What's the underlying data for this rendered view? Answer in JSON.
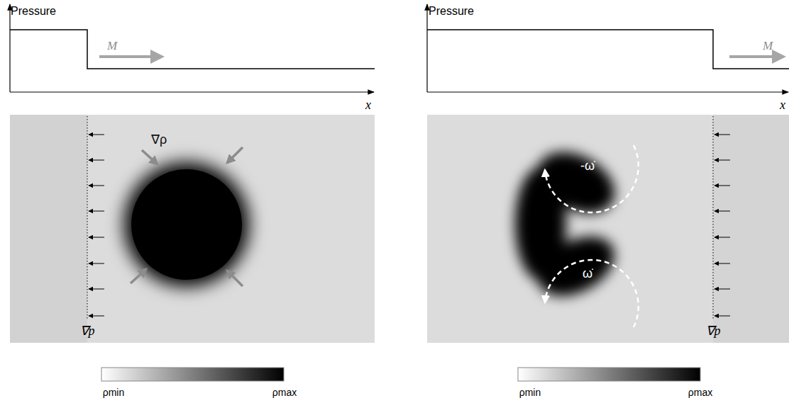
{
  "diagram": {
    "labels": [
      "Pressure",
      "x",
      "M",
      "∇ρ",
      "∇p",
      "ρmin",
      "ρmax",
      "Pressure",
      "x",
      "M",
      "-ω̇",
      "ω̇",
      "∇p",
      "ρmin",
      "ρmax"
    ]
  }
}
